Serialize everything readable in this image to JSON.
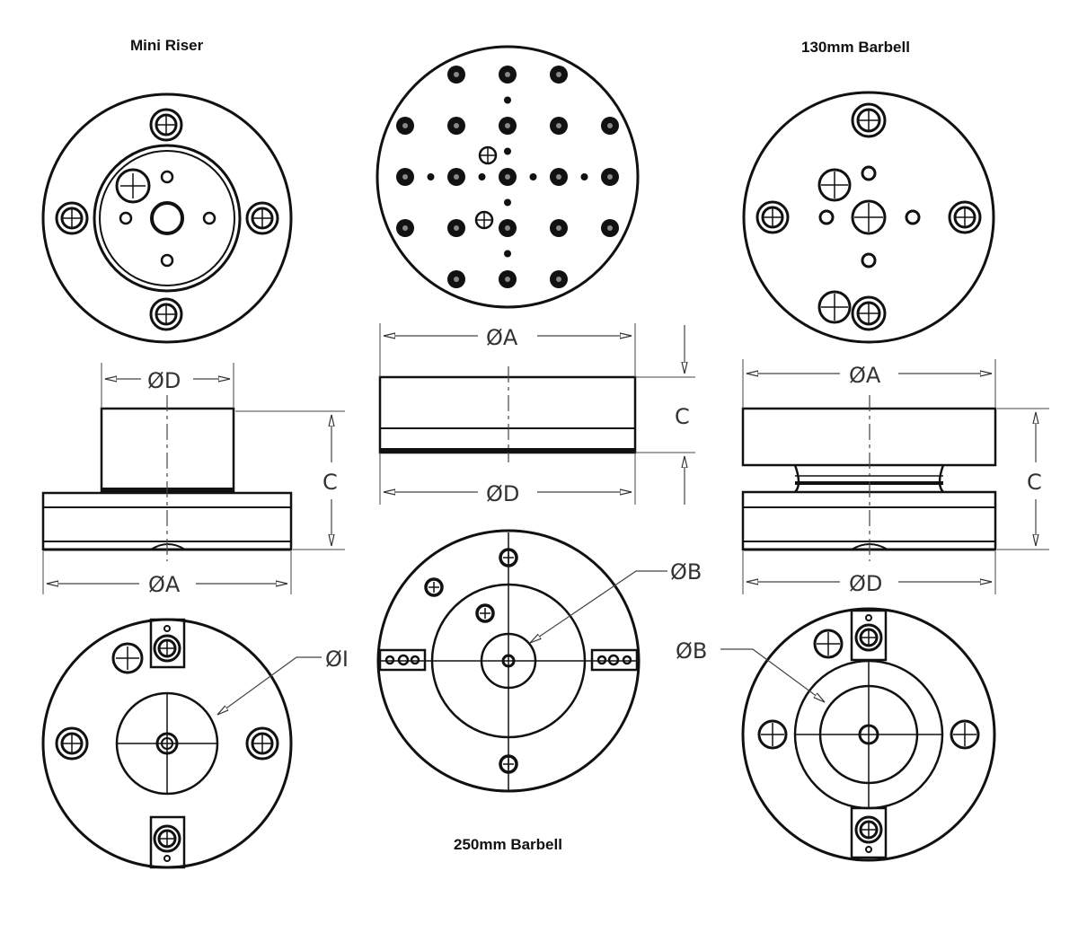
{
  "titles": {
    "mini_riser": "Mini Riser",
    "barbell_130": "130mm Barbell",
    "barbell_250": "250mm Barbell"
  },
  "dims": {
    "dia_a": "ØA",
    "dia_b": "ØB",
    "dia_b_clipped": "ØI",
    "dia_d": "ØD",
    "height_c": "C"
  },
  "colors": {
    "ink": "#111111",
    "dim_line": "#444444",
    "paper": "#ffffff"
  }
}
